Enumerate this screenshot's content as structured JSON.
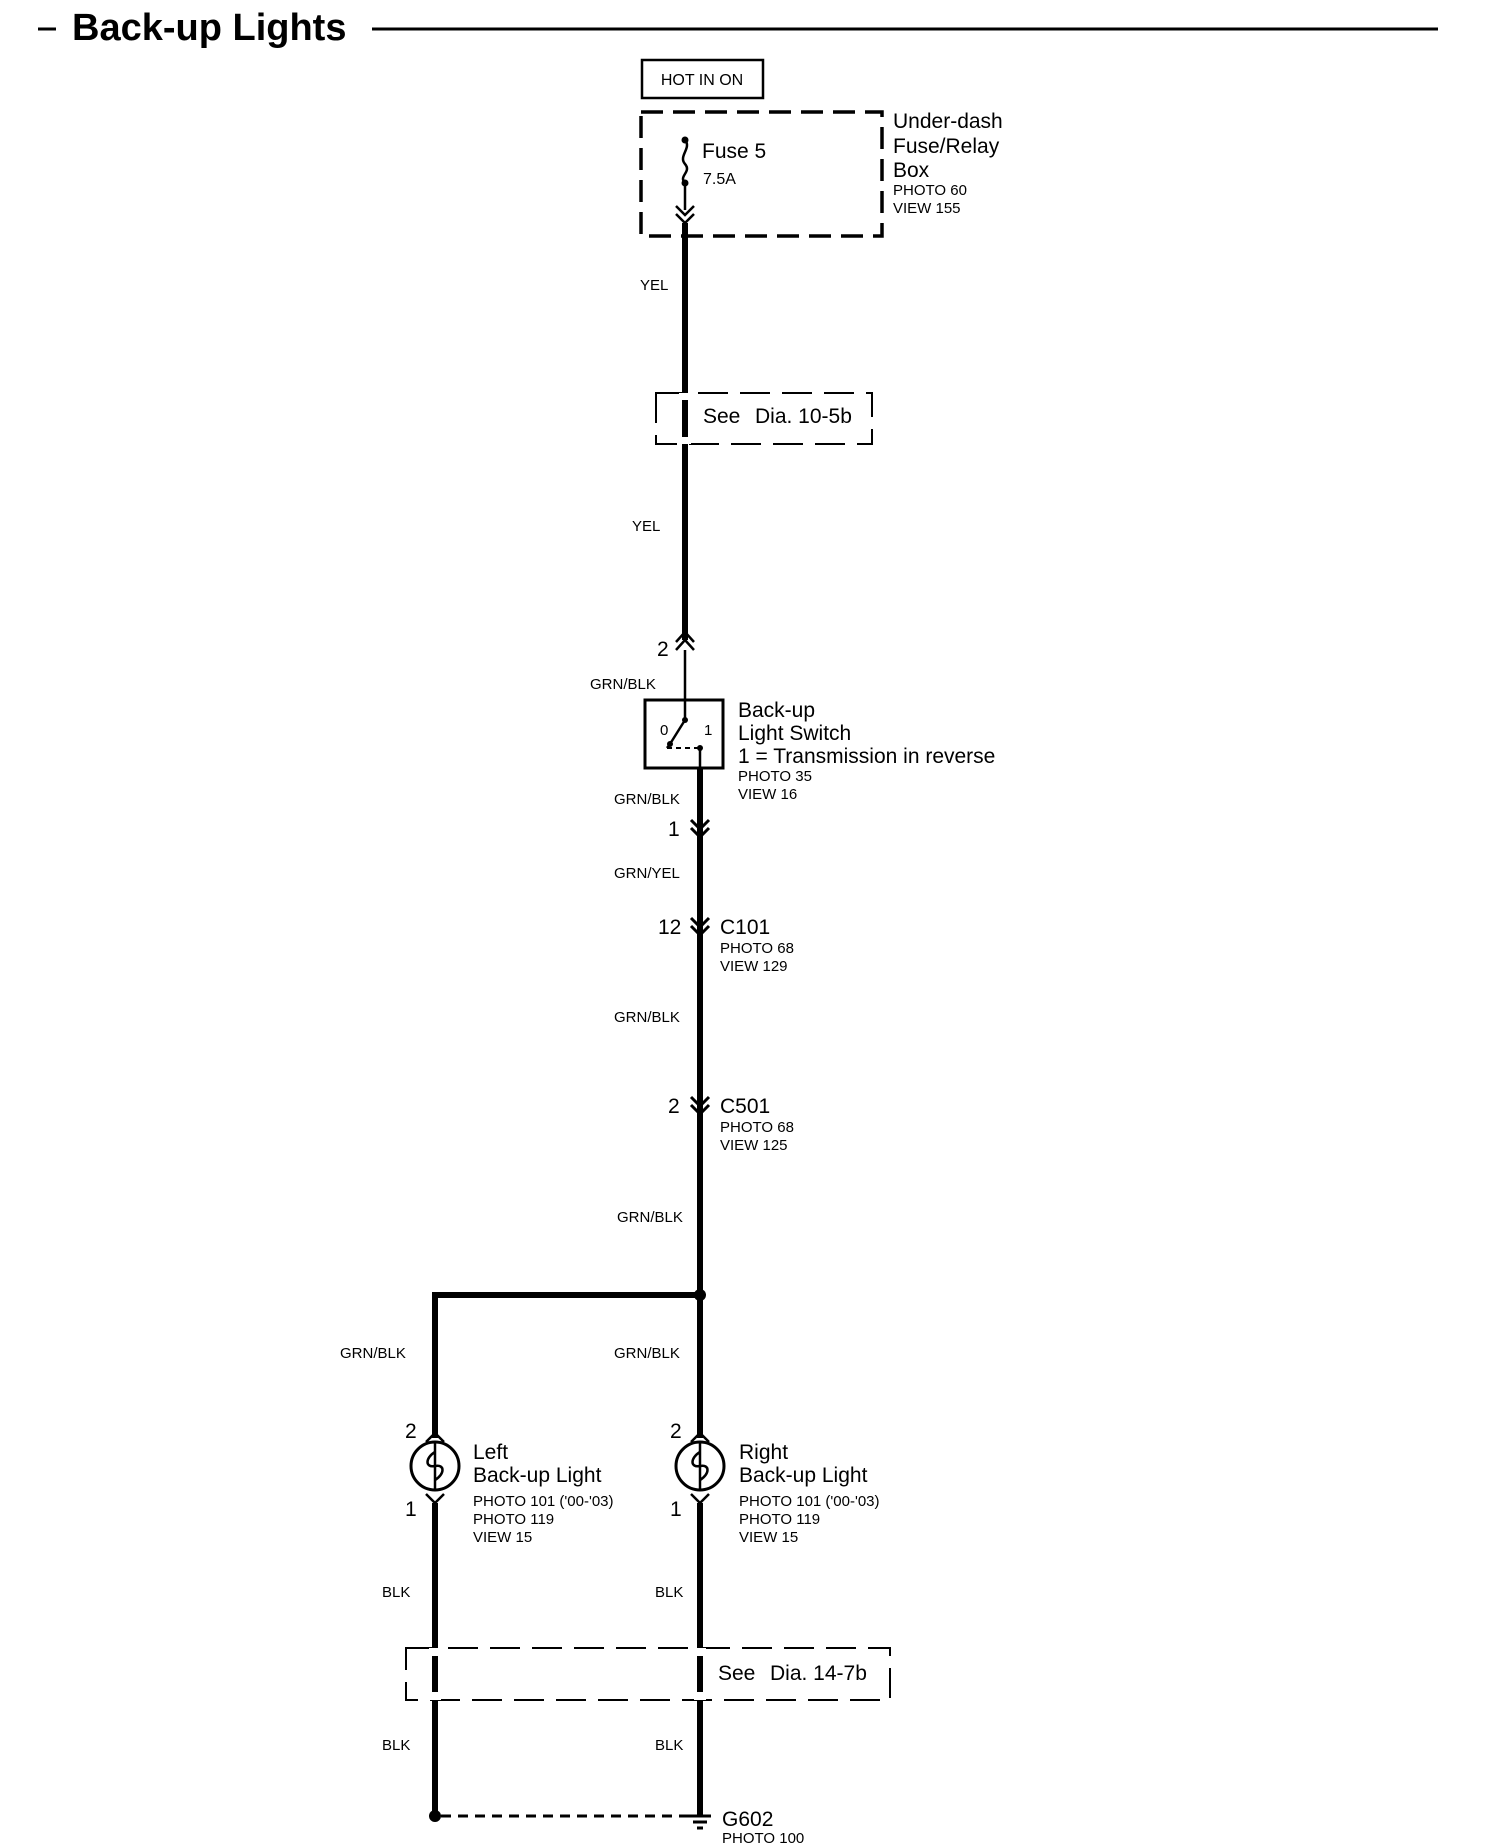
{
  "title": "Back-up Lights",
  "power": {
    "label": "HOT IN ON"
  },
  "fuse_box": {
    "fuse_name": "Fuse 5",
    "fuse_rating": "7.5A",
    "name_line1": "Under-dash",
    "name_line2": "Fuse/Relay",
    "name_line3": "Box",
    "photo": "PHOTO 60",
    "view": "VIEW 155"
  },
  "wires": {
    "yel_1": "YEL",
    "yel_2": "YEL",
    "grnblk_1": "GRN/BLK",
    "grnblk_2": "GRN/BLK",
    "grnyel": "GRN/YEL",
    "grnblk_3": "GRN/BLK",
    "grnblk_4": "GRN/BLK",
    "grnblk_left": "GRN/BLK",
    "grnblk_right": "GRN/BLK",
    "blk_left_1": "BLK",
    "blk_right_1": "BLK",
    "blk_left_2": "BLK",
    "blk_right_2": "BLK"
  },
  "see_dia_1": {
    "see": "See",
    "dia": "Dia. 10-5b"
  },
  "see_dia_2": {
    "see": "See",
    "dia": "Dia. 14-7b"
  },
  "switch": {
    "pin_top": "2",
    "pin_bottom": "1",
    "pos0": "0",
    "pos1": "1",
    "name_line1": "Back-up",
    "name_line2": "Light Switch",
    "note": "1 =  Transmission in reverse",
    "photo": "PHOTO 35",
    "view": "VIEW 16"
  },
  "c101": {
    "pin": "12",
    "name": "C101",
    "photo": "PHOTO 68",
    "view": "VIEW 129"
  },
  "c501": {
    "pin": "2",
    "name": "C501",
    "photo": "PHOTO 68",
    "view": "VIEW 125"
  },
  "left_light": {
    "pin_top": "2",
    "pin_bottom": "1",
    "name_line1": "Left",
    "name_line2": "Back-up Light",
    "photo_1": "PHOTO 101 ('00-'03)",
    "photo_2": "PHOTO 119",
    "view": "VIEW 15"
  },
  "right_light": {
    "pin_top": "2",
    "pin_bottom": "1",
    "name_line1": "Right",
    "name_line2": "Back-up Light",
    "photo_1": "PHOTO 101 ('00-'03)",
    "photo_2": "PHOTO 119",
    "view": "VIEW 15"
  },
  "ground": {
    "name": "G602",
    "photo": "PHOTO 100"
  }
}
